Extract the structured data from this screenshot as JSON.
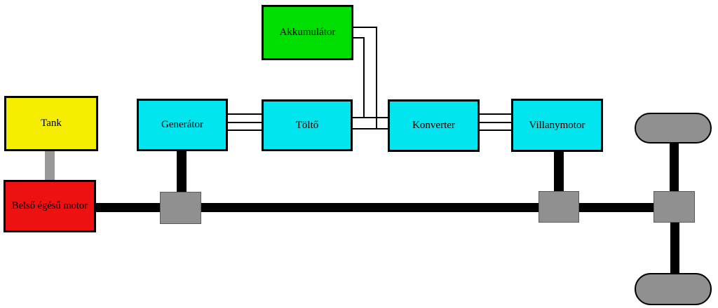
{
  "diagram": {
    "nodes": {
      "akkumulator": {
        "label": "Akkumulátor",
        "fill": "#00dd00"
      },
      "tank": {
        "label": "Tank",
        "fill": "#f5ee00"
      },
      "generator": {
        "label": "Generátor",
        "fill": "#00e5ee"
      },
      "tolto": {
        "label": "Töltő",
        "fill": "#00e5ee"
      },
      "konverter": {
        "label": "Konverter",
        "fill": "#00e5ee"
      },
      "villanymotor": {
        "label": "Villanymotor",
        "fill": "#00e5ee"
      },
      "belso_egesu_motor": {
        "label": "Belső égésű motor",
        "fill": "#ee1111"
      }
    },
    "styles": {
      "wire_color": "#000000",
      "shaft_color": "#000000",
      "fuel_line_color": "#999999",
      "coupling_fill": "#909090",
      "wheel_fill": "#909090",
      "node_border_color": "#000000",
      "background": "#ffffff"
    }
  }
}
